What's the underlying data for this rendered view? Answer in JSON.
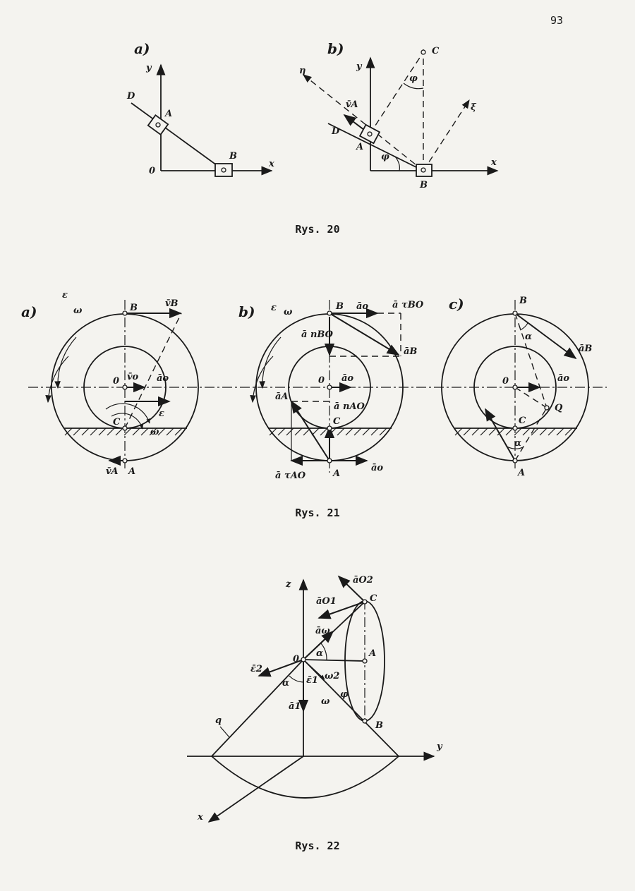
{
  "page_number": "93",
  "fig20": {
    "caption": "Rys. 20",
    "panel_a": {
      "tag": "a)",
      "y": "y",
      "x": "x",
      "D": "D",
      "A": "A",
      "B": "B",
      "O": "0"
    },
    "panel_b": {
      "tag": "b)",
      "y": "y",
      "x": "x",
      "eta": "η",
      "xi": "ξ",
      "C": "C",
      "phi_top": "φ",
      "vA": "v̄A",
      "D": "D",
      "A": "A",
      "phi_bottom": "φ",
      "B": "B"
    }
  },
  "fig21": {
    "caption": "Rys. 21",
    "panel_a": {
      "tag": "a)",
      "epsilon": "ε",
      "omega": "ω",
      "B": "B",
      "vB": "v̄B",
      "O": "0",
      "vo": "v̄o",
      "ao": "āo",
      "epsilon_small": "ε",
      "omega_small": "ω",
      "C": "C",
      "A": "A",
      "vA": "v̄A"
    },
    "panel_b": {
      "tag": "b)",
      "epsilon": "ε",
      "omega": "ω",
      "B": "B",
      "ao_top": "āo",
      "aBO_tau": "ā τBO",
      "aBO_n": "ā nBO",
      "aB": "āB",
      "O": "0",
      "ao_mid": "āo",
      "aA": "āA",
      "aAO_n": "ā nAO",
      "C": "C",
      "aAO_tau": "ā τAO",
      "A": "A",
      "ao_bottom": "āo"
    },
    "panel_c": {
      "tag": "c)",
      "B": "B",
      "alpha_top": "α",
      "aB": "āB",
      "O": "0",
      "ao": "āo",
      "Q": "Q",
      "C": "C",
      "alpha_bottom": "α",
      "A": "A"
    }
  },
  "fig22": {
    "caption": "Rys. 22",
    "z": "z",
    "y": "y",
    "x": "x",
    "aO2": "āO2",
    "C": "C",
    "aO1": "āO1",
    "a_omega": "āω",
    "O": "0",
    "alpha": "α",
    "A": "A",
    "eps2": "ε̄2",
    "alpha_left": "α",
    "eps1": "ε̄1",
    "omega2": "ω2",
    "a1": "ā1",
    "omega": "ω",
    "B": "B",
    "phi_small": "φ",
    "q": "q"
  }
}
